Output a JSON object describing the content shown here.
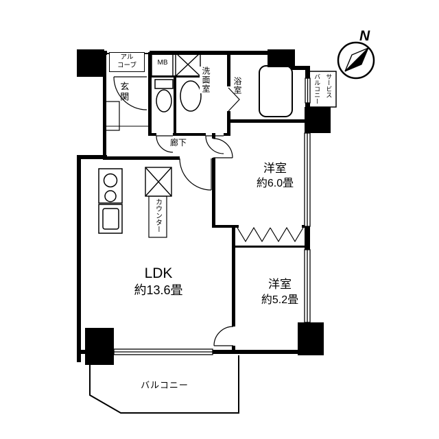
{
  "compass": {
    "north_label": "N"
  },
  "rooms": {
    "alcove": {
      "label": "アル\nコーブ"
    },
    "entrance": {
      "label": "玄関"
    },
    "meter_box": {
      "label": "MB"
    },
    "washroom": {
      "label": "洗面室"
    },
    "bathroom": {
      "label": "浴室"
    },
    "service_balcony": {
      "label": "サービス\nバルコニー"
    },
    "corridor": {
      "label": "廊下"
    },
    "counter": {
      "label": "カウンター"
    },
    "bedroom1": {
      "label": "洋室",
      "size": "約6.0畳"
    },
    "ldk": {
      "label": "LDK",
      "size": "約13.6畳"
    },
    "bedroom2": {
      "label": "洋室",
      "size": "約5.2畳"
    },
    "balcony": {
      "label": "バルコニー"
    }
  },
  "colors": {
    "line": "#000000",
    "background": "#ffffff"
  }
}
